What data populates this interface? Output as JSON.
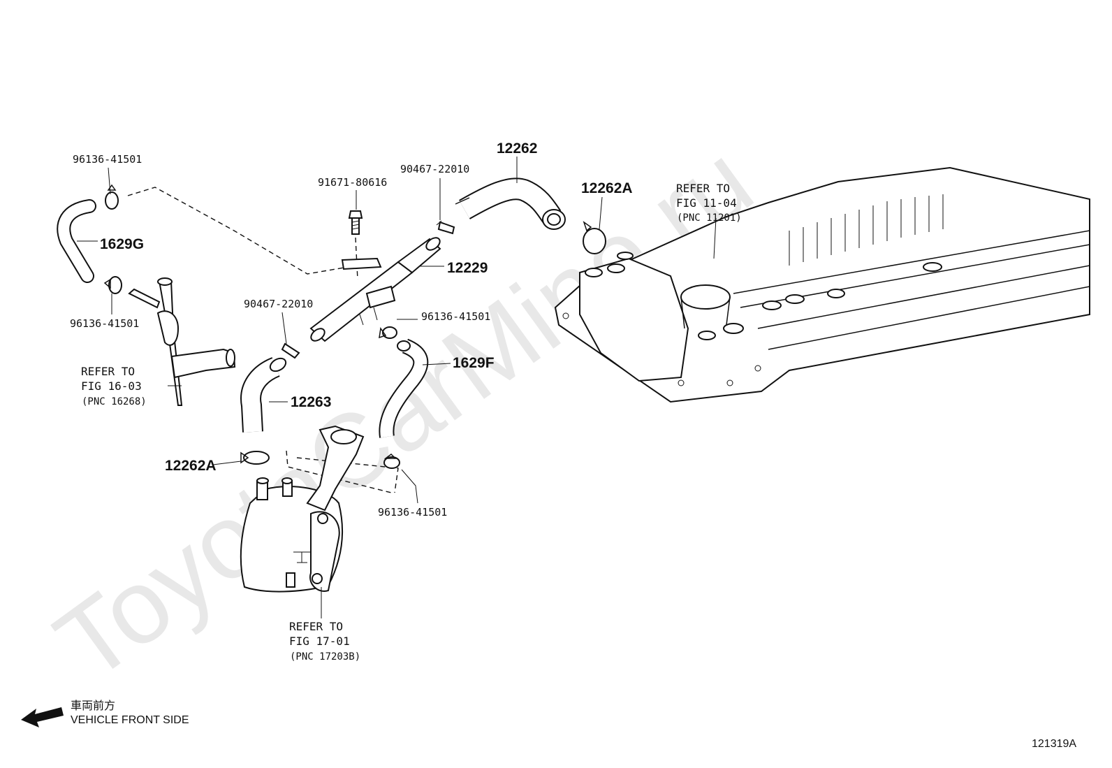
{
  "watermark": "ToyotaCarMine.ru",
  "callouts": {
    "clamp_top_left": "96136-41501",
    "hose_1629g": "1629G",
    "clamp_left_lower": "96136-41501",
    "bolt": "91671-80616",
    "clip_top": "90467-22010",
    "hose_12262": "12262",
    "clamp_12262a_top": "12262A",
    "pipe_12229": "12229",
    "clip_mid": "90467-22010",
    "clamp_mid_right": "96136-41501",
    "hose_1629f": "1629F",
    "hose_12263": "12263",
    "clamp_12262a_bottom": "12262A",
    "clamp_bottom_right": "96136-41501"
  },
  "references": {
    "fig_16_03": {
      "line1": "REFER TO",
      "line2": "FIG 16-03",
      "line3": "(PNC 16268)"
    },
    "fig_11_04": {
      "line1": "REFER TO",
      "line2": "FIG 11-04",
      "line3": "(PNC 11201)"
    },
    "fig_17_01": {
      "line1": "REFER TO",
      "line2": "FIG 17-01",
      "line3": "(PNC 17203B)"
    }
  },
  "direction": {
    "japanese": "車両前方",
    "english": "VEHICLE FRONT SIDE"
  },
  "figure_code": "121319A"
}
